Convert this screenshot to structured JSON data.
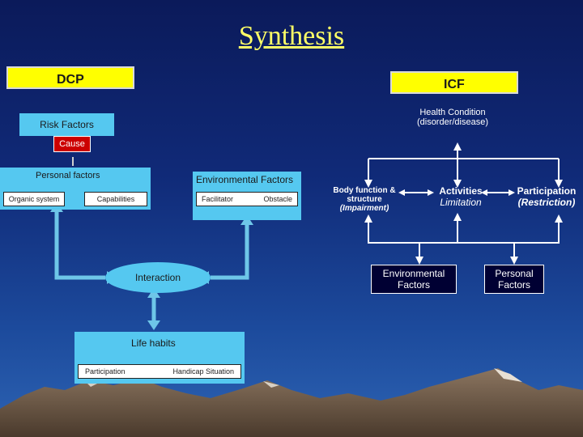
{
  "title": "Synthesis",
  "dcp": {
    "label": "DCP",
    "risk_factors": "Risk Factors",
    "cause": "Cause",
    "personal_factors": "Personal factors",
    "organic_system": "Organic system",
    "capabilities": "Capabilities",
    "environmental_factors": "Environmental Factors",
    "facilitator": "Facilitator",
    "obstacle": "Obstacle",
    "interaction": "Interaction",
    "life_habits": "Life habits",
    "participation": "Participation",
    "handicap_situation": "Handicap Situation"
  },
  "icf": {
    "label": "ICF",
    "health_condition_1": "Health Condition",
    "health_condition_2": "(disorder/disease)",
    "body_function_1": "Body function &",
    "body_function_2": "structure",
    "body_function_3": "(Impairment)",
    "activities_1": "Activities",
    "activities_2": "Limitation",
    "participation_1": "Participation",
    "participation_2": "(Restriction)",
    "env_factors_1": "Environmental",
    "env_factors_2": "Factors",
    "personal_factors_1": "Personal",
    "personal_factors_2": "Factors"
  },
  "colors": {
    "title": "#ffff66",
    "header_box": "#ffff00",
    "dcp_box": "#55c8f0",
    "cause_box": "#cc0000",
    "arrows": "#6ec6e8",
    "icf_text": "#ffffff",
    "icf_box": "#000033"
  }
}
